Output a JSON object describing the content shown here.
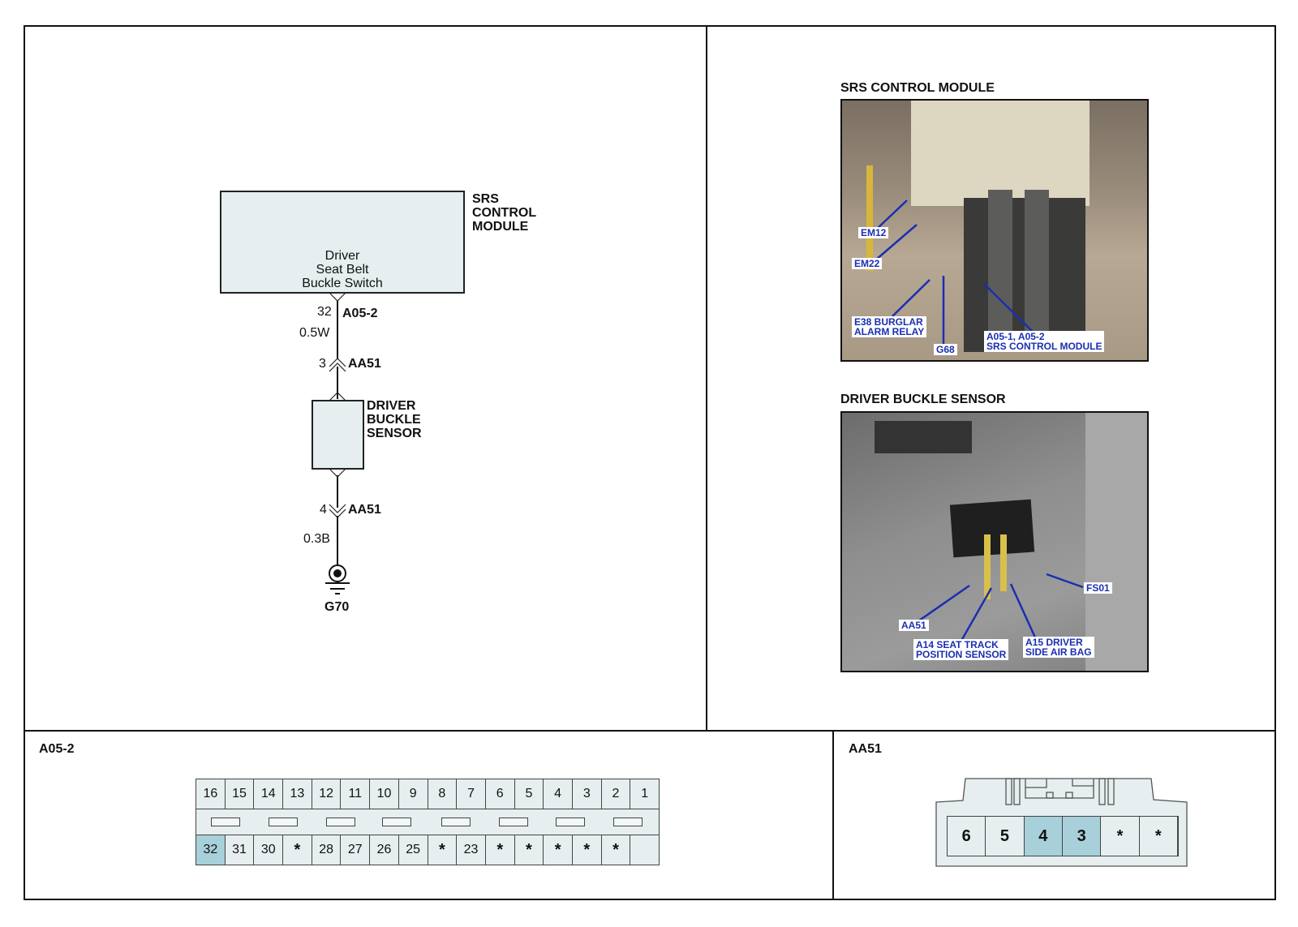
{
  "schematic": {
    "srs_module": {
      "name_lines": [
        "SRS",
        "CONTROL",
        "MODULE"
      ],
      "inner_lines": [
        "Driver",
        "Seat Belt",
        "Buckle Switch"
      ]
    },
    "wire1": {
      "pin": "32",
      "connector": "A05-2",
      "spec": "0.5W"
    },
    "junction1": {
      "pin": "3",
      "connector": "AA51"
    },
    "sensor": {
      "name_lines": [
        "DRIVER",
        "BUCKLE",
        "SENSOR"
      ]
    },
    "junction2": {
      "pin": "4",
      "connector": "AA51"
    },
    "wire2": {
      "spec": "0.3B"
    },
    "ground": {
      "label": "G70"
    }
  },
  "photos": [
    {
      "title": "SRS CONTROL MODULE",
      "callouts": [
        "EM12",
        "EM22",
        "E38 BURGLAR\nALARM RELAY",
        "G68",
        "A05-1, A05-2\nSRS CONTROL MODULE"
      ]
    },
    {
      "title": "DRIVER BUCKLE SENSOR",
      "callouts": [
        "FS01",
        "AA51",
        "A14 SEAT TRACK\nPOSITION SENSOR",
        "A15 DRIVER\nSIDE AIR BAG"
      ]
    }
  ],
  "connectors": {
    "a05_2": {
      "title": "A05-2",
      "top_row": [
        "16",
        "15",
        "14",
        "13",
        "12",
        "11",
        "10",
        "9",
        "8",
        "7",
        "6",
        "5",
        "4",
        "3",
        "2",
        "1"
      ],
      "bottom_row": [
        "32",
        "31",
        "30",
        "*",
        "28",
        "27",
        "26",
        "25",
        "*",
        "23",
        "*",
        "*",
        "*",
        "*",
        "*",
        ""
      ],
      "highlighted": [
        "32"
      ]
    },
    "aa51": {
      "title": "AA51",
      "pins": [
        "6",
        "5",
        "4",
        "3",
        "*",
        "*"
      ],
      "highlighted": [
        "4",
        "3"
      ]
    }
  },
  "colors": {
    "box_fill": "#e6eeef",
    "pin_highlight": "#a8d0da",
    "callout_text": "#1a2fb0"
  }
}
